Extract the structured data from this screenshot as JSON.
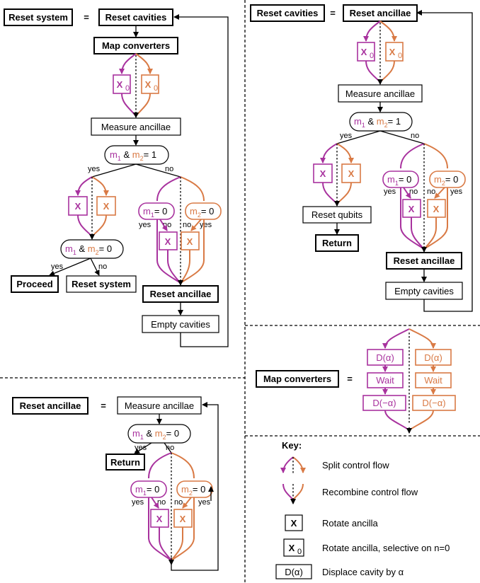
{
  "labels": {
    "reset_system": "Reset system",
    "reset_cavities": "Reset cavities",
    "map_converters": "Map converters",
    "reset_ancillae": "Reset ancillae",
    "measure_ancillae": "Measure ancillae",
    "empty_cavities": "Empty cavities",
    "reset_qubits": "Reset qubits",
    "return": "Return",
    "proceed": "Proceed",
    "equals": "=",
    "x": "X",
    "x0": "X",
    "x0_sub": "0",
    "m1_eq1": "m",
    "one": "1",
    "two": "2",
    "amp": " & ",
    "m_eq_1": "= 1",
    "m_eq_0": "= 0",
    "yes": "yes",
    "no": "no",
    "displace": "D(α)",
    "displace_neg": "D(−α)",
    "wait": "Wait",
    "key_title": "Key:",
    "key_split": "Split control flow",
    "key_recombine": "Recombine control flow",
    "key_rotate": "Rotate ancilla",
    "key_rotate_sel": "Rotate ancilla, selective on n=0",
    "key_displace": "Displace cavity by α"
  },
  "colors": {
    "mode1": "#a8329e",
    "mode2": "#d97a45"
  }
}
